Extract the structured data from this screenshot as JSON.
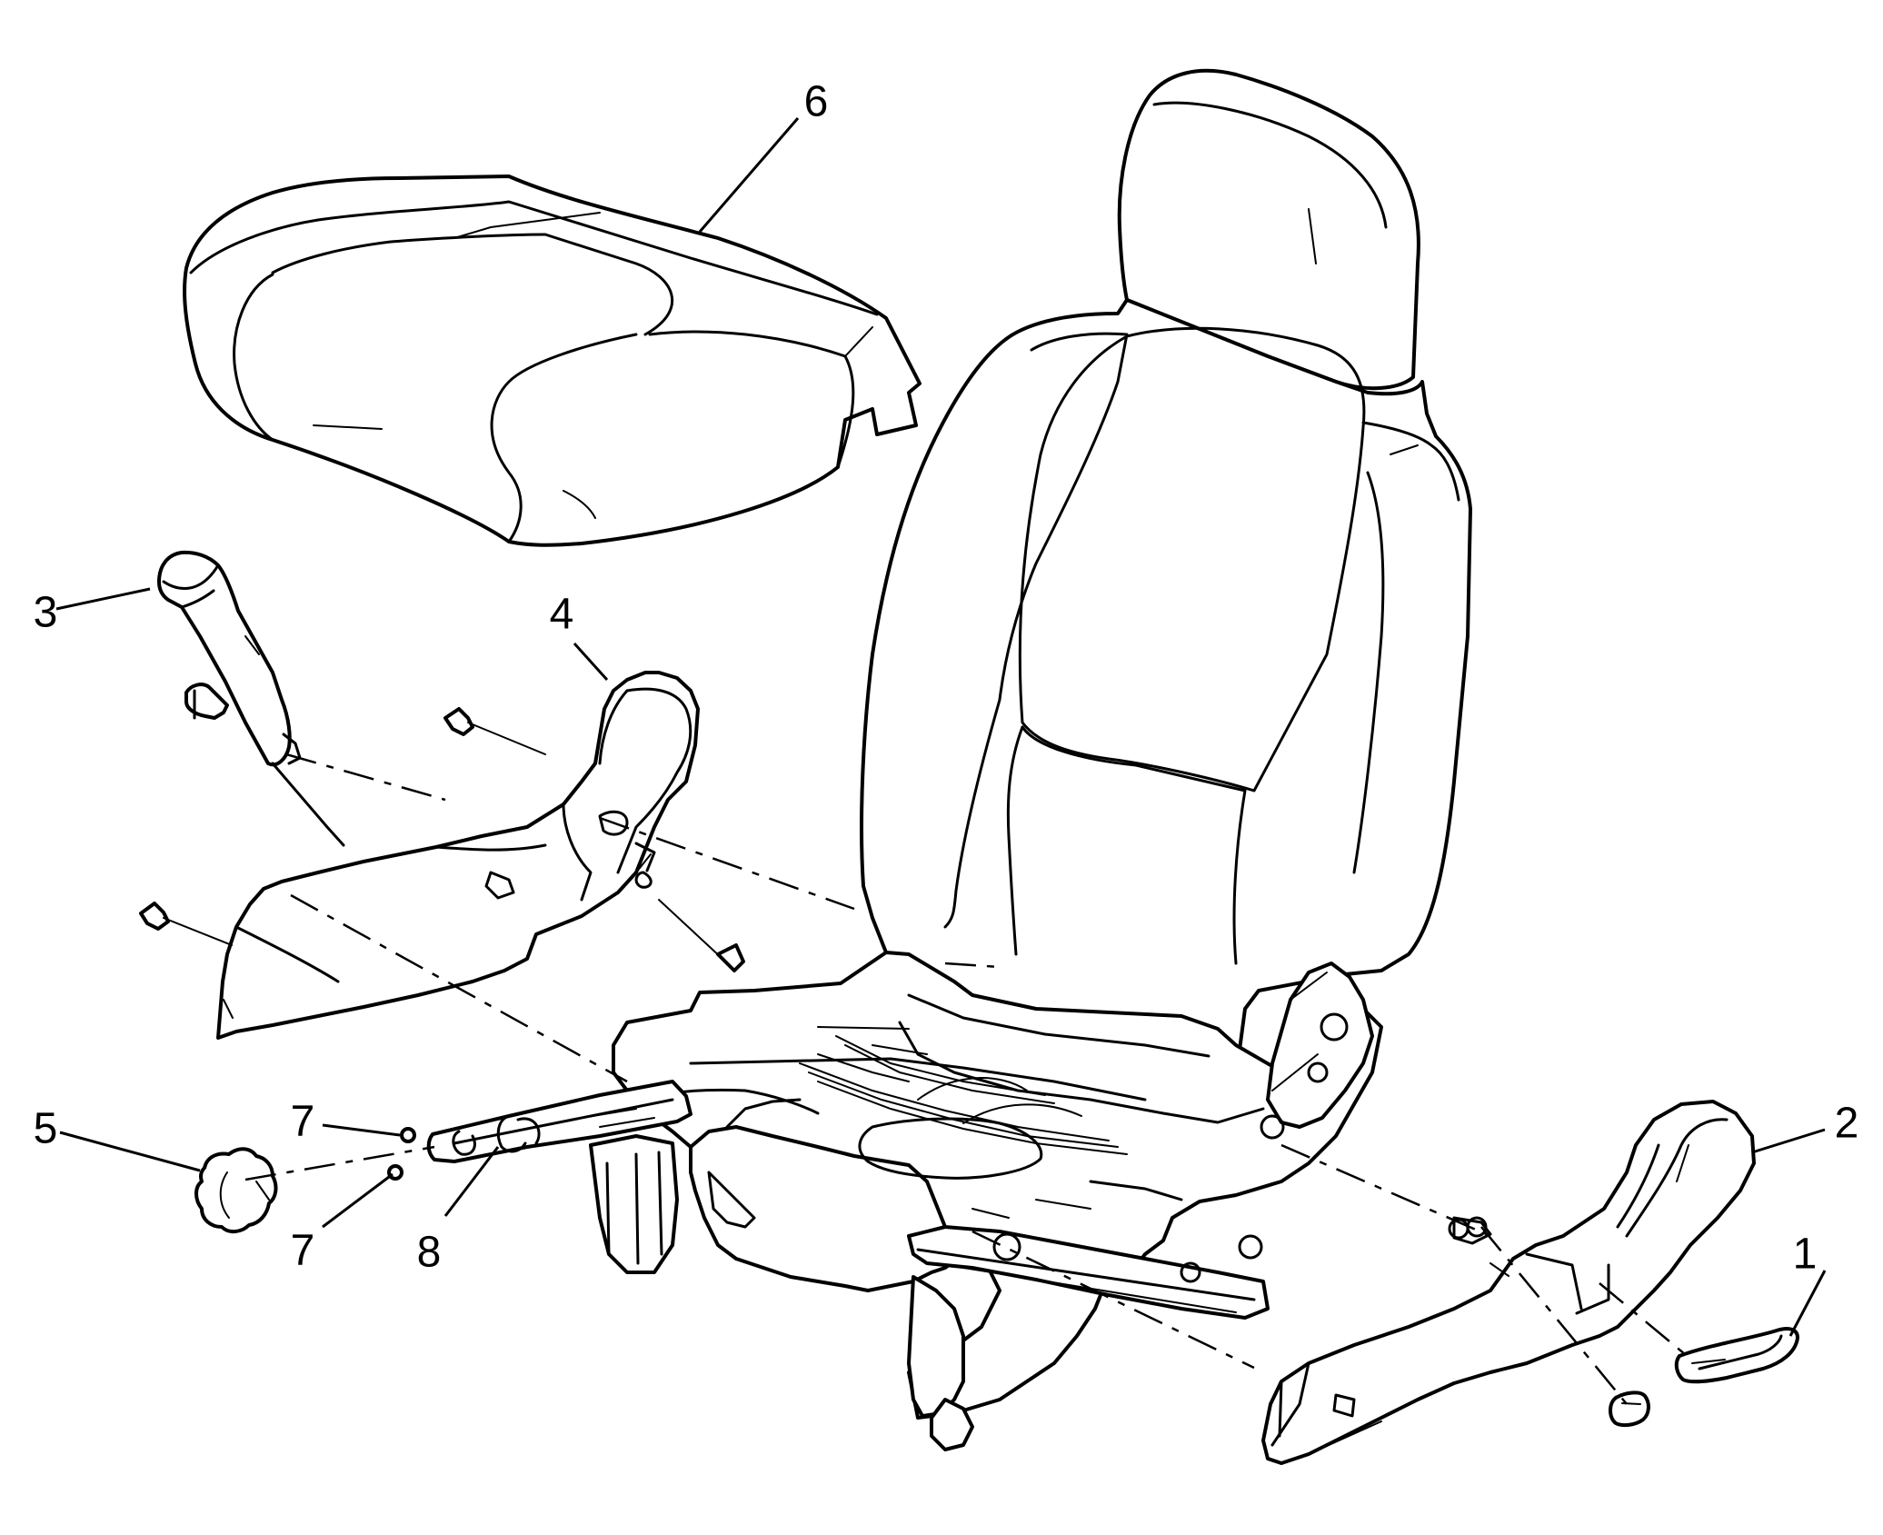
{
  "diagram": {
    "callouts": [
      {
        "id": "1",
        "label": "1"
      },
      {
        "id": "2",
        "label": "2"
      },
      {
        "id": "3",
        "label": "3"
      },
      {
        "id": "4",
        "label": "4"
      },
      {
        "id": "5",
        "label": "5"
      },
      {
        "id": "6",
        "label": "6"
      },
      {
        "id": "7a",
        "label": "7"
      },
      {
        "id": "7b",
        "label": "7"
      },
      {
        "id": "8",
        "label": "8"
      }
    ],
    "colors": {
      "line": "#000000",
      "background": "#ffffff"
    }
  }
}
